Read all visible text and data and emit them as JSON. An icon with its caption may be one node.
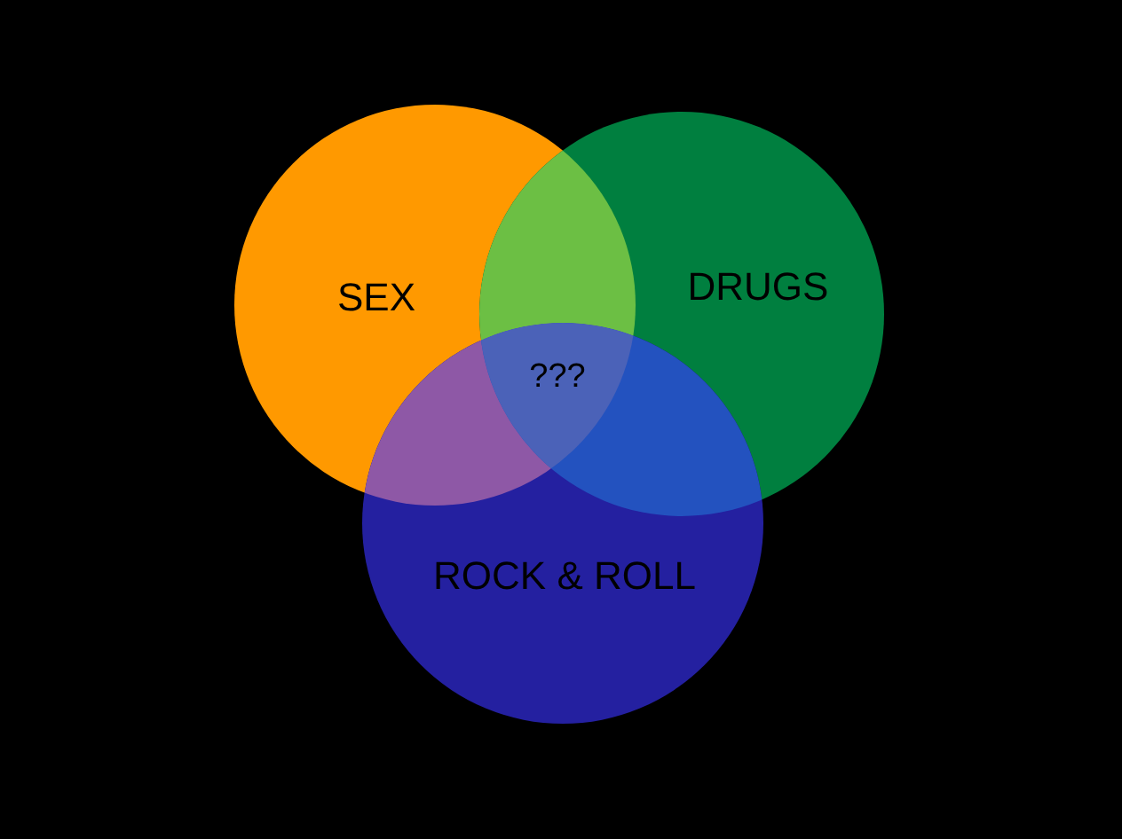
{
  "diagram": {
    "nodes": [
      {
        "text": [
          "SEX"
        ]
      },
      {
        "text": [
          "DRUGS"
        ]
      },
      {
        "text": [
          "ROCK & ROLL"
        ]
      }
    ],
    "labels": [
      "???"
    ]
  }
}
